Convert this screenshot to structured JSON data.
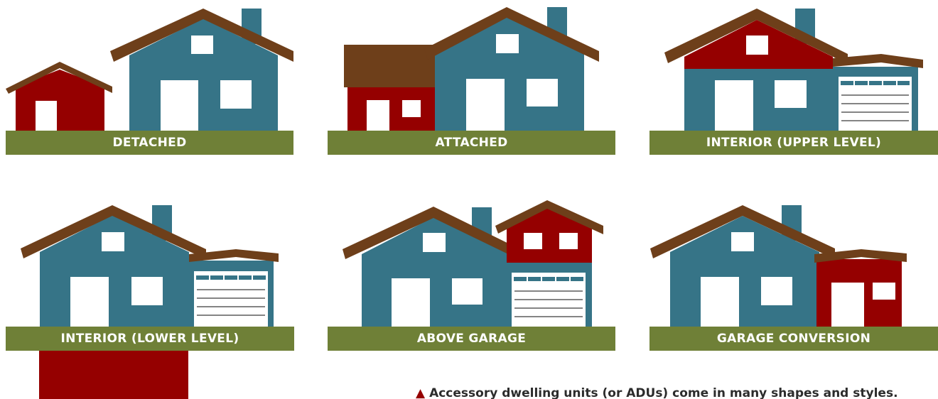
{
  "colors": {
    "house": "#367487",
    "roof": "#6e3f1a",
    "adu": "#950000",
    "ground": "#6f8037",
    "door": "#ffffff",
    "label_text": "#ffffff"
  },
  "panels": [
    {
      "id": "detached",
      "label": "DETACHED"
    },
    {
      "id": "attached",
      "label": "ATTACHED"
    },
    {
      "id": "interior-upper",
      "label": "INTERIOR (UPPER LEVEL)"
    },
    {
      "id": "interior-lower",
      "label": "INTERIOR (LOWER LEVEL)"
    },
    {
      "id": "above-garage",
      "label": "ABOVE GARAGE"
    },
    {
      "id": "garage-conversion",
      "label": "GARAGE CONVERSION"
    }
  ],
  "caption": {
    "icon": "red-triangle-icon",
    "text": "Accessory dwelling units (or ADUs) come in many shapes and styles."
  }
}
